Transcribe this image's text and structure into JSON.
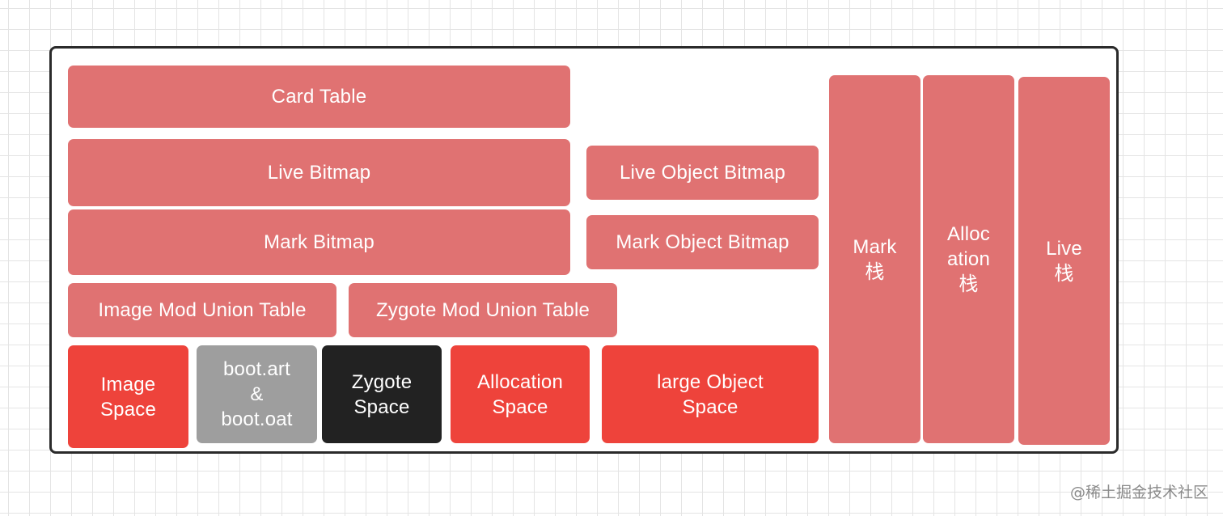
{
  "blocks": {
    "card_table": "Card  Table",
    "live_bitmap": "Live Bitmap",
    "mark_bitmap": "Mark Bitmap",
    "live_object_bitmap": "Live Object Bitmap",
    "mark_object_bitmap": "Mark Object Bitmap",
    "image_mod_union_table": "Image Mod Union Table",
    "zygote_mod_union_table": "Zygote Mod Union Table",
    "image_space": "Image\nSpace",
    "boot_files": "boot.art\n&\nboot.oat",
    "zygote_space": "Zygote\nSpace",
    "allocation_space": "Allocation\nSpace",
    "large_object_space": "large Object\nSpace",
    "mark_stack": "Mark\n栈",
    "allocation_stack": "Alloc\nation\n栈",
    "live_stack": "Live\n栈"
  },
  "watermark": "@稀土掘金技术社区",
  "colors": {
    "pink": "#e07272",
    "red": "#ee433b",
    "gray": "#9e9e9e",
    "black": "#222222",
    "frame_border": "#2a2a2a"
  }
}
